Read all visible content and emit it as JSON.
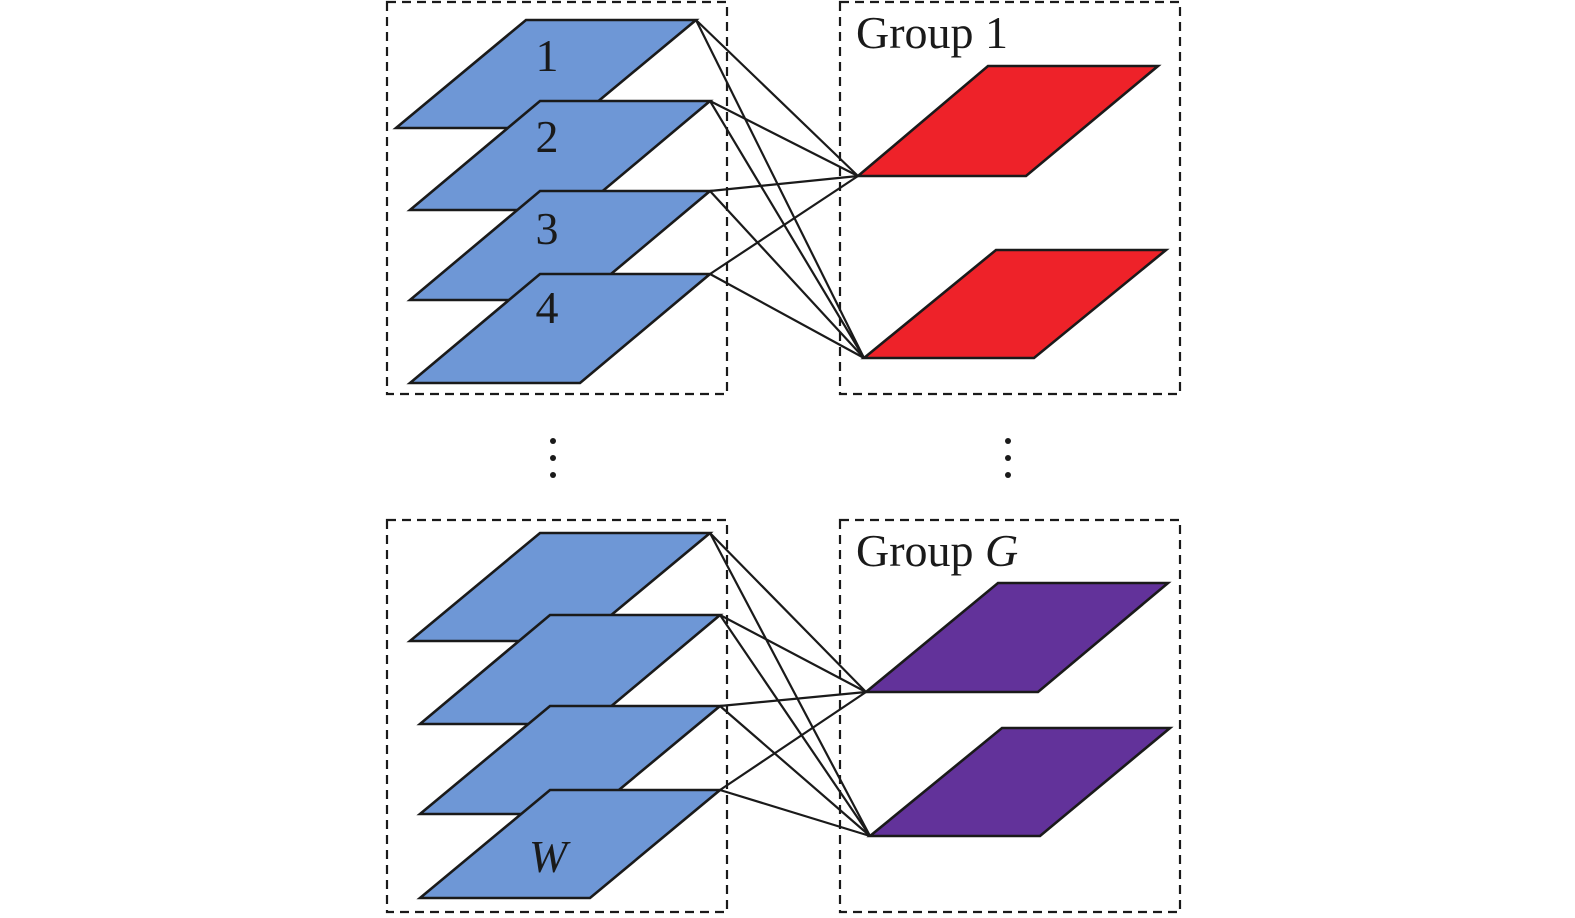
{
  "top": {
    "layer_labels": [
      "1",
      "2",
      "3",
      "4"
    ],
    "group_title": "Group 1"
  },
  "bottom": {
    "layer_label": "W",
    "group_title_prefix": "Group ",
    "group_title_var": "G"
  },
  "colors": {
    "input_layer": "#6e97d6",
    "group_1": "#ee2229",
    "group_g": "#62329a"
  }
}
